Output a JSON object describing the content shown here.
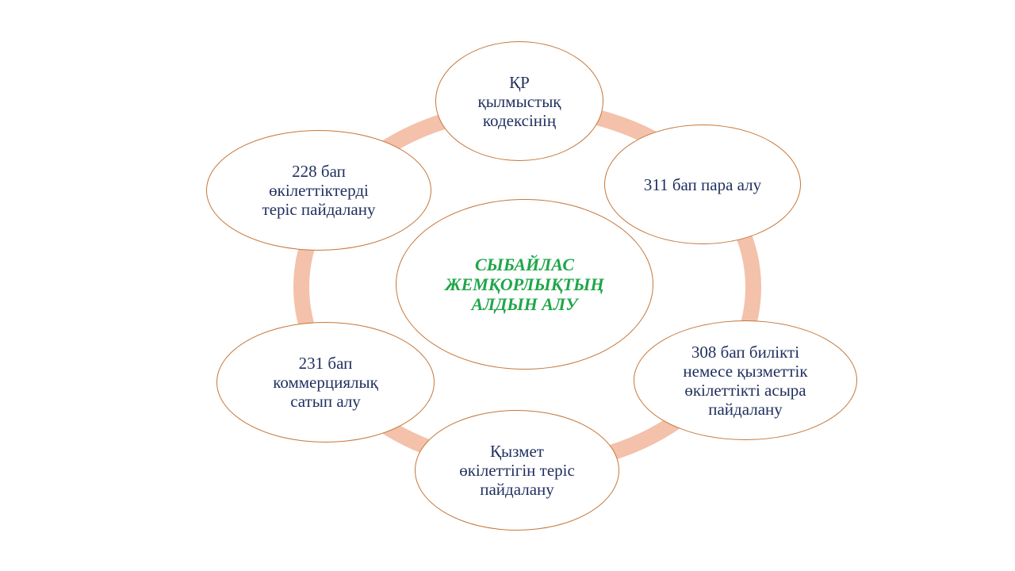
{
  "colors": {
    "ring": "#f4c1ab",
    "node_border": "#c5773a",
    "node_text": "#1f2f5e",
    "center_text": "#1fa64a"
  },
  "diagram": {
    "center": {
      "label": "СЫБАЙЛАС\nЖЕМҚОРЛЫҚТЫҢ\nАЛДЫН АЛУ"
    },
    "nodes": [
      {
        "label": "ҚР\nқылмыстық\nкодексінің"
      },
      {
        "label": "311 бап пара алу"
      },
      {
        "label": "308 бап билікті\nнемесе қызметтік\nөкілеттікті  асыра\nпайдалану"
      },
      {
        "label": "Қызмет\nөкілеттігін теріс\nпайдалану"
      },
      {
        "label": "231 бап\nкоммерциялық\nсатып алу"
      },
      {
        "label": "228 бап\nөкілеттіктерді\nтеріс пайдалану"
      }
    ]
  }
}
